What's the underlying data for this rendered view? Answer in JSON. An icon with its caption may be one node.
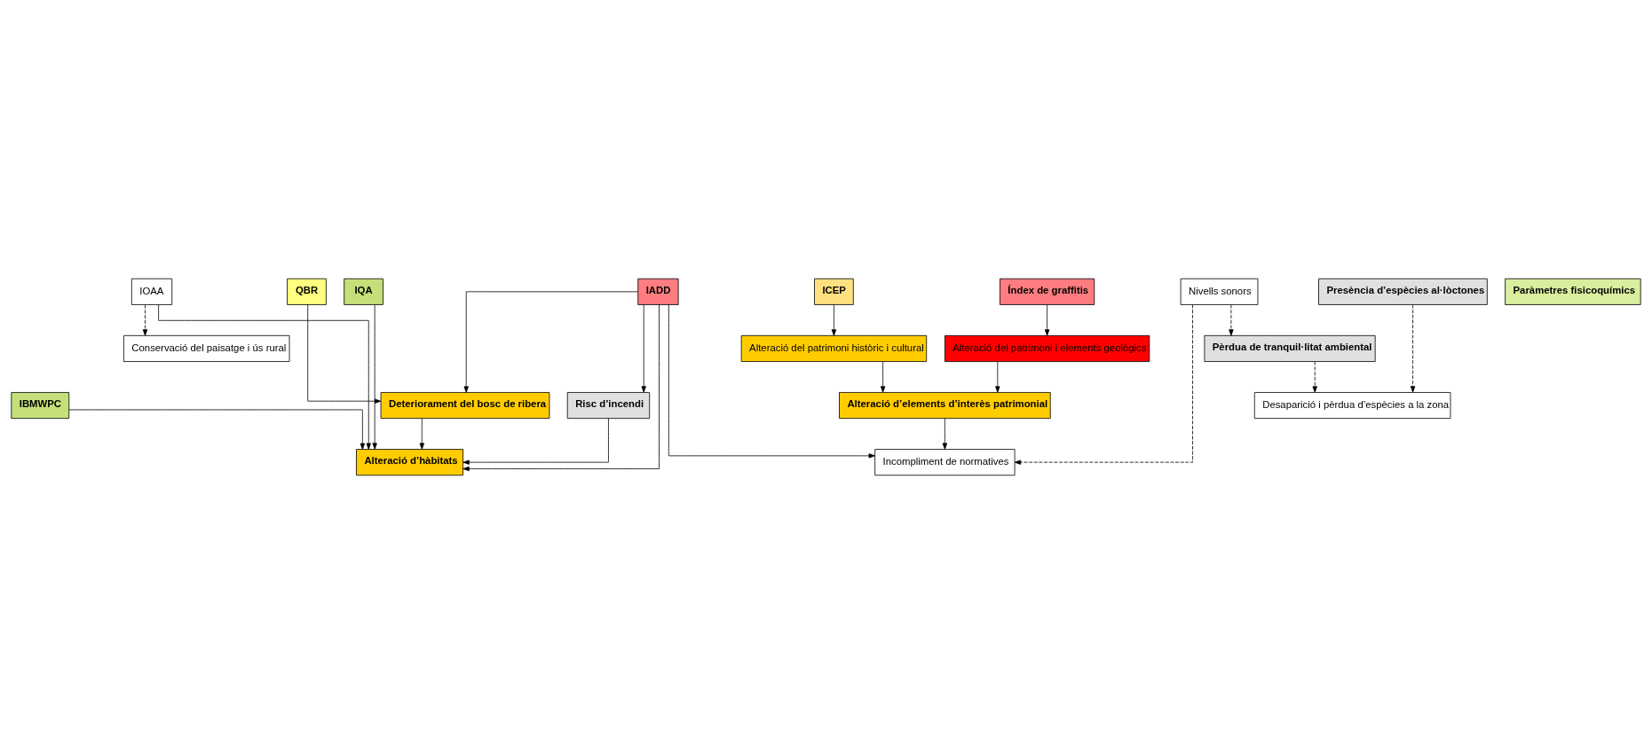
{
  "diagram": {
    "nodes": [
      {
        "text": [
          "IADD"
        ]
      },
      {
        "text": [
          "Paràmetres fisicoquímics"
        ]
      },
      {
        "text": [
          "IBMWPC"
        ]
      },
      {
        "text": [
          "QBR"
        ]
      },
      {
        "text": [
          "IQA"
        ]
      },
      {
        "text": [
          "IOAA"
        ]
      },
      {
        "text": [
          "Presència d’espècies al·lòctones"
        ]
      },
      {
        "text": [
          "Nivells sonors"
        ]
      },
      {
        "text": [
          "Índex de graffitis"
        ]
      },
      {
        "text": [
          "ICEP"
        ]
      },
      {
        "text": [
          "Conservació del paisatge i ús rural"
        ]
      },
      {
        "text": [
          "Pèrdua de tranquil·litat ambiental"
        ]
      },
      {
        "text": [
          "Alteració del patrimoni i elements geològics"
        ]
      },
      {
        "text": [
          "Alteració del patrimoni històric i cultural"
        ]
      },
      {
        "text": [
          "Risc d’incendi"
        ]
      },
      {
        "text": [
          "Deteriorament del bosc de ribera"
        ]
      },
      {
        "text": [
          "Desaparició i pèrdua d’espècies a la zona"
        ]
      },
      {
        "text": [
          "Alteració d’elements d’interès patrimonial"
        ]
      },
      {
        "text": [
          "Alteració d’hàbitats"
        ]
      },
      {
        "text": [
          "Incompliment de normatives"
        ]
      }
    ],
    "edges": [
      {
        "from": 0,
        "to": 14,
        "arrow": "to"
      },
      {
        "from": 0,
        "to": 15,
        "arrow": "to"
      },
      {
        "from": 0,
        "to": 18,
        "arrow": "to"
      },
      {
        "from": 0,
        "to": 19,
        "arrow": "to"
      },
      {
        "from": 3,
        "to": 15,
        "arrow": "to"
      },
      {
        "from": 2,
        "to": 18,
        "arrow": "to"
      },
      {
        "from": 4,
        "to": 18,
        "arrow": "to"
      },
      {
        "from": 5,
        "to": 18,
        "arrow": "to"
      },
      {
        "from": 5,
        "to": 10,
        "arrow": "to",
        "style": "dashed"
      },
      {
        "from": 14,
        "to": 18,
        "arrow": "to"
      },
      {
        "from": 15,
        "to": 18,
        "arrow": "to"
      },
      {
        "from": 6,
        "to": 16,
        "arrow": "to",
        "style": "dashed"
      },
      {
        "from": 7,
        "to": 11,
        "arrow": "to",
        "style": "dashed"
      },
      {
        "from": 7,
        "to": 19,
        "arrow": "to",
        "style": "dashed"
      },
      {
        "from": 11,
        "to": 16,
        "arrow": "to",
        "style": "dashed"
      },
      {
        "from": 8,
        "to": 12,
        "arrow": "to"
      },
      {
        "from": 9,
        "to": 13,
        "arrow": "to"
      },
      {
        "from": 12,
        "to": 17,
        "arrow": "to"
      },
      {
        "from": 13,
        "to": 17,
        "arrow": "to"
      },
      {
        "from": 17,
        "to": 19,
        "arrow": "to"
      }
    ]
  }
}
